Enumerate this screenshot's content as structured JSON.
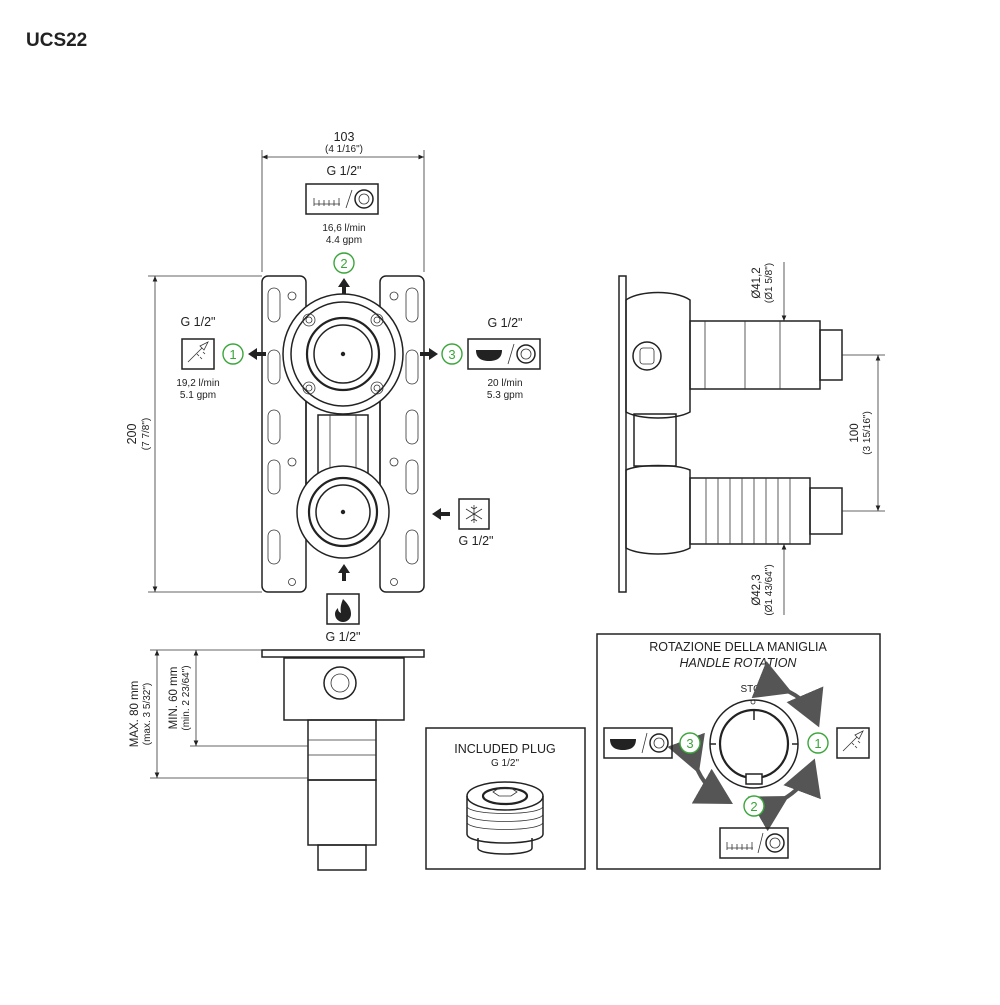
{
  "page_title": "UCS22",
  "front_view": {
    "width_dim": "103",
    "width_dim_imperial": "(4 1/16\")",
    "height_dim": "200",
    "height_dim_imperial": "(7 7/8\")",
    "outlet_top": {
      "thread": "G 1/2\"",
      "number": "2",
      "flow_metric": "16,6 l/min",
      "flow_imperial": "4.4 gpm"
    },
    "outlet_left": {
      "thread": "G 1/2\"",
      "number": "1",
      "flow_metric": "19,2 l/min",
      "flow_imperial": "5.1 gpm"
    },
    "outlet_right": {
      "thread": "G 1/2\"",
      "number": "3",
      "flow_metric": "20 l/min",
      "flow_imperial": "5.3 gpm"
    },
    "inlet_cold": {
      "thread": "G 1/2\"",
      "icon": "snowflake-icon"
    },
    "inlet_hot": {
      "thread": "G 1/2\"",
      "icon": "flame-icon"
    }
  },
  "side_view": {
    "diameter_top": "Ø41,2",
    "diameter_top_imperial": "(Ø1 5/8\")",
    "center_distance": "100",
    "center_distance_imperial": "(3 15/16\")",
    "diameter_bottom": "Ø42,3",
    "diameter_bottom_imperial": "(Ø1 43/64\")"
  },
  "depth_view": {
    "max_depth": "MAX. 80 mm",
    "max_depth_imperial": "(max. 3 5/32\")",
    "min_depth": "MIN. 60 mm",
    "min_depth_imperial": "(min. 2 23/64\")"
  },
  "plug_box": {
    "title": "INCLUDED PLUG",
    "thread": "G 1/2\""
  },
  "rotation_box": {
    "title_it": "ROTAZIONE DELLA MANIGLIA",
    "title_en": "HANDLE ROTATION",
    "stop_label": "STOP",
    "pos_1": "1",
    "pos_2": "2",
    "pos_3": "3"
  },
  "colors": {
    "line": "#222222",
    "accent_green": "#3aa63a",
    "background": "#ffffff"
  }
}
